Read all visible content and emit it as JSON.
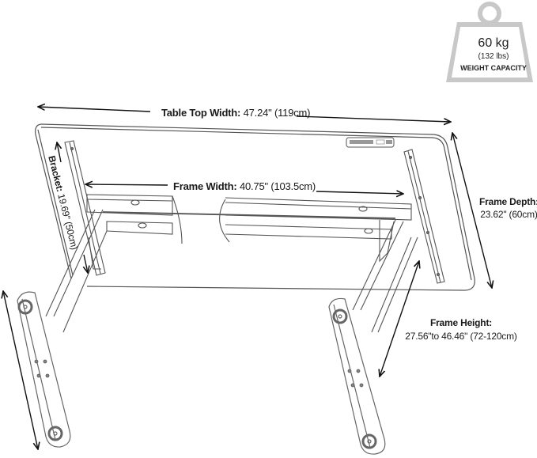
{
  "badge": {
    "icon": "weight-icon",
    "weight": "60 kg",
    "weight_lbs": "(132 lbs)",
    "caption": "WEIGHT CAPACITY",
    "color": "#c8c8c8"
  },
  "dimensions": {
    "table_top_width": {
      "label": "Table Top Width:",
      "value": "47.24\" (119cm)"
    },
    "frame_width": {
      "label": "Frame Width:",
      "value": "40.75\" (103.5cm)"
    },
    "bracket": {
      "label": "Bracket:",
      "value": "19.69\" (50cm)"
    },
    "frame_depth": {
      "label": "Frame Depth:",
      "value": "23.62\" (60cm)"
    },
    "frame_height": {
      "label": "Frame Height:",
      "value": "27.56\"to 46.46\" (72-120cm)"
    }
  },
  "colors": {
    "line": "#555555",
    "arrow": "#111111",
    "text": "#1a1a1a"
  }
}
